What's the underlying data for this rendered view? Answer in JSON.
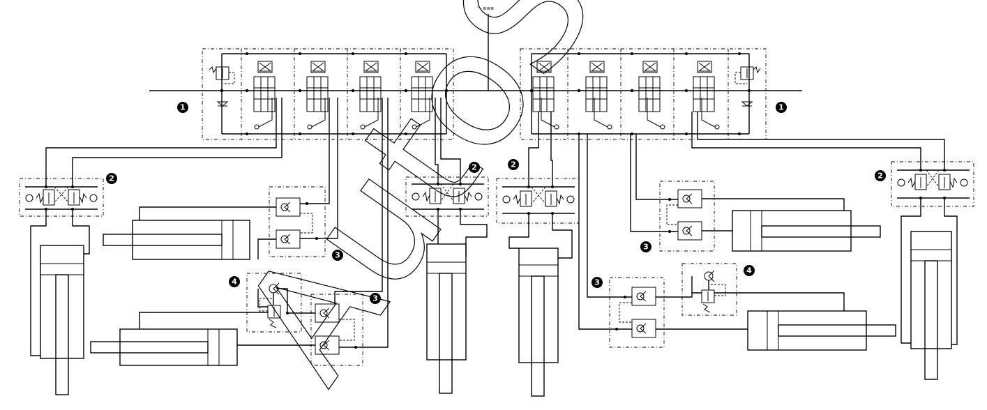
{
  "diagram": {
    "kind": "hydraulic-schematic",
    "top_mark": "⁰˒ ▪▪▪",
    "watermark": "AutoSoft",
    "callouts": {
      "valve_bank_left": "1",
      "valve_bank_right": "1",
      "crossover_relief_left": "2",
      "crossover_relief_mid_a": "2",
      "crossover_relief_mid_b": "2",
      "crossover_relief_right": "2",
      "pilot_check_left": "3",
      "pilot_check_left_lower": "3",
      "pilot_check_right": "3",
      "pilot_check_right_lower": "3",
      "counterbalance_left": "4",
      "counterbalance_right": "4"
    },
    "colors": {
      "line": "#000000",
      "background": "#ffffff",
      "badge": "#000000"
    }
  }
}
